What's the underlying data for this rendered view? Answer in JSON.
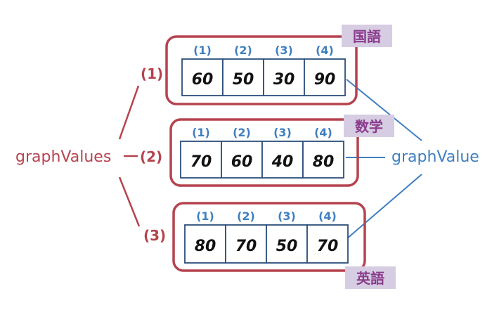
{
  "labels": {
    "outer": "graphValues",
    "inner": "graphValue",
    "outer_indices": [
      "(1)",
      "(2)",
      "(3)"
    ]
  },
  "groups": [
    {
      "subject": "国語",
      "indices": [
        "(1)",
        "(2)",
        "(3)",
        "(4)"
      ],
      "values": [
        "60",
        "50",
        "30",
        "90"
      ]
    },
    {
      "subject": "数学",
      "indices": [
        "(1)",
        "(2)",
        "(3)",
        "(4)"
      ],
      "values": [
        "70",
        "60",
        "40",
        "80"
      ]
    },
    {
      "subject": "英語",
      "indices": [
        "(1)",
        "(2)",
        "(3)",
        "(4)"
      ],
      "values": [
        "80",
        "70",
        "50",
        "70"
      ]
    }
  ],
  "colors": {
    "red": "#b5434f",
    "blue": "#3f7fc0",
    "purple": "#8a3c8c",
    "tag_bg": "#d6cde3",
    "cell_border": "#2c4f7c",
    "text": "#111111"
  }
}
